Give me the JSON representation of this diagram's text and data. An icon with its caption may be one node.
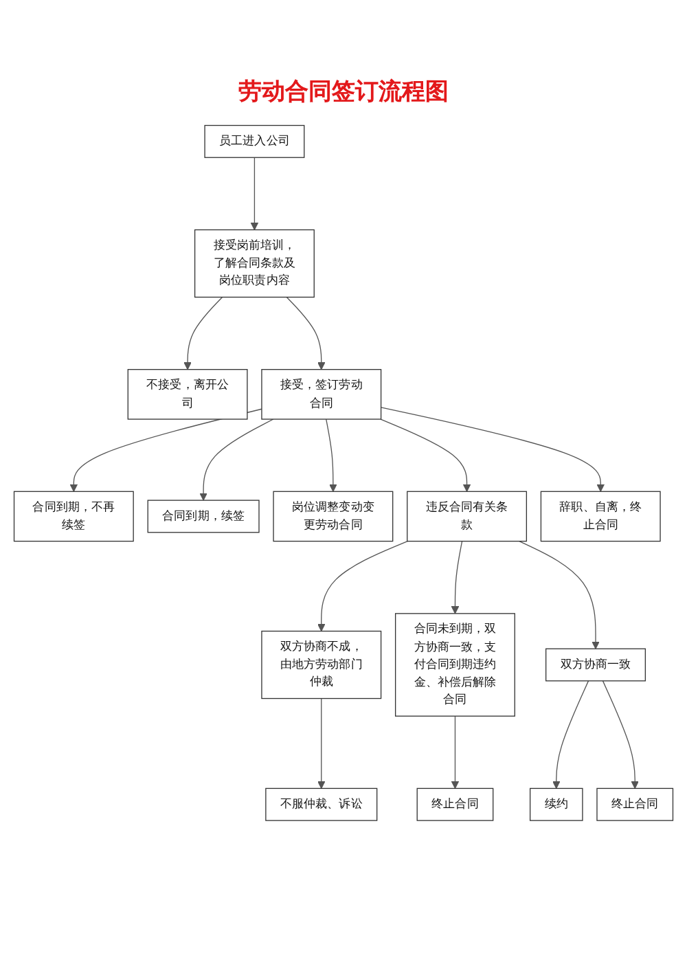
{
  "diagram": {
    "title": "劳动合同签订流程图",
    "nodes": [
      {
        "text": [
          "员工进入公司"
        ]
      },
      {
        "text": [
          "接受岗前培训，了解合同条款及岗位职责内容"
        ]
      },
      {
        "text": [
          "不接受，离开公司"
        ]
      },
      {
        "text": [
          "接受，签订劳动合同"
        ]
      },
      {
        "text": [
          "合同到期，不再续签"
        ]
      },
      {
        "text": [
          "合同到期，续签"
        ]
      },
      {
        "text": [
          "岗位调整变动变更劳动合同"
        ]
      },
      {
        "text": [
          "违反合同有关条款"
        ]
      },
      {
        "text": [
          "辞职、自离，终止合同"
        ]
      },
      {
        "text": [
          "双方协商不成，由地方劳动部门仲裁"
        ]
      },
      {
        "text": [
          "合同未到期，双方协商一致，支付合同到期违约金、补偿后解除合同"
        ]
      },
      {
        "text": [
          "双方协商一致"
        ]
      },
      {
        "text": [
          "不服仲裁、诉讼"
        ]
      },
      {
        "text": [
          "终止合同"
        ]
      },
      {
        "text": [
          "续约"
        ]
      },
      {
        "text": [
          "终止合同"
        ]
      }
    ],
    "edges": [
      {
        "from": 0,
        "to": 1,
        "arrow": "to"
      },
      {
        "from": 1,
        "to": 2,
        "arrow": "to"
      },
      {
        "from": 1,
        "to": 3,
        "arrow": "to"
      },
      {
        "from": 3,
        "to": 4,
        "arrow": "to"
      },
      {
        "from": 3,
        "to": 5,
        "arrow": "to"
      },
      {
        "from": 3,
        "to": 6,
        "arrow": "to"
      },
      {
        "from": 3,
        "to": 7,
        "arrow": "to"
      },
      {
        "from": 3,
        "to": 8,
        "arrow": "to"
      },
      {
        "from": 7,
        "to": 9,
        "arrow": "to"
      },
      {
        "from": 7,
        "to": 10,
        "arrow": "to"
      },
      {
        "from": 7,
        "to": 11,
        "arrow": "to"
      },
      {
        "from": 9,
        "to": 12,
        "arrow": "to"
      },
      {
        "from": 10,
        "to": 13,
        "arrow": "to"
      },
      {
        "from": 11,
        "to": 14,
        "arrow": "to"
      },
      {
        "from": 11,
        "to": 15,
        "arrow": "to"
      }
    ]
  }
}
